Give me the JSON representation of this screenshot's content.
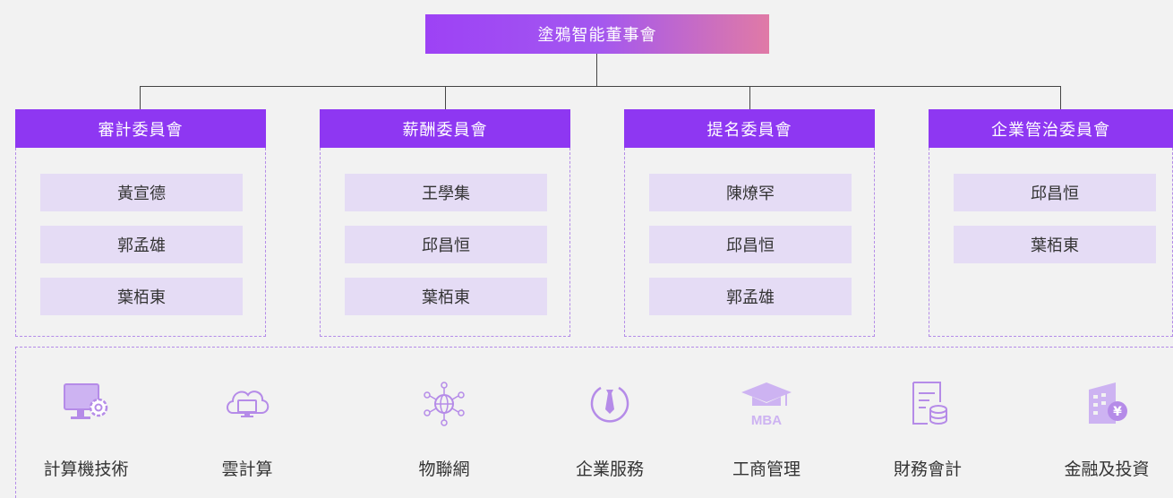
{
  "board": {
    "title": "塗鴉智能董事會"
  },
  "committees": [
    {
      "title": "審計委員會",
      "members": [
        "黃宣德",
        "郭孟雄",
        "葉栢東"
      ]
    },
    {
      "title": "薪酬委員會",
      "members": [
        "王學集",
        "邱昌恒",
        "葉栢東"
      ]
    },
    {
      "title": "提名委員會",
      "members": [
        "陳燎罕",
        "邱昌恒",
        "郭孟雄"
      ]
    },
    {
      "title": "企業管治委員會",
      "members": [
        "邱昌恒",
        "葉栢東"
      ]
    }
  ],
  "skills": [
    {
      "label": "計算機技術",
      "icon": "computer-gear-icon"
    },
    {
      "label": "雲計算",
      "icon": "cloud-monitor-icon"
    },
    {
      "label": "物聯網",
      "icon": "network-globe-icon"
    },
    {
      "label": "企業服務",
      "icon": "tie-service-icon"
    },
    {
      "label": "工商管理",
      "icon": "mba-cap-icon",
      "badge": "MBA"
    },
    {
      "label": "財務會計",
      "icon": "document-coins-icon"
    },
    {
      "label": "金融及投資",
      "icon": "building-yen-icon"
    }
  ],
  "colors": {
    "primary": "#8e37f2",
    "member_bg": "#e5dcf5",
    "icon": "#b58be8"
  }
}
